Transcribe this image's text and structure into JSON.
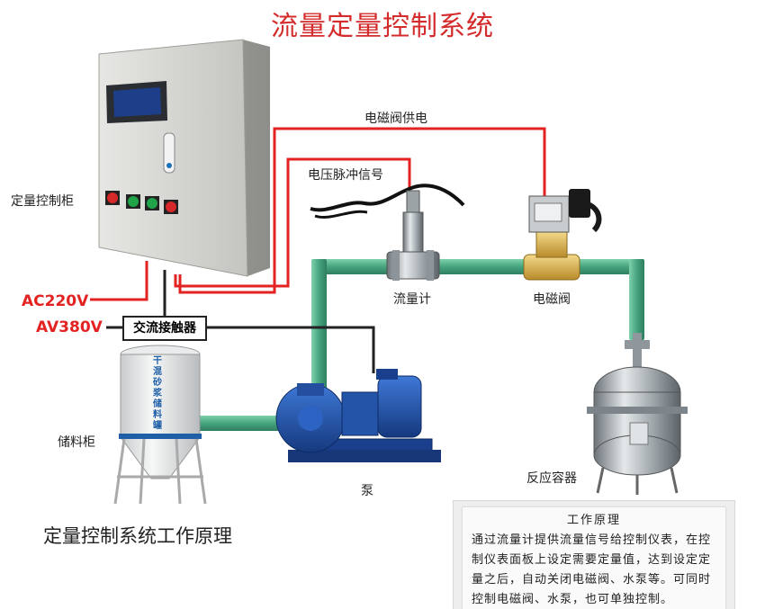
{
  "title": "流量定量控制系统",
  "labels": {
    "cabinet": "定量控制柜",
    "valve_power": "电磁阀供电",
    "pulse_signal": "电压脉冲信号",
    "flowmeter": "流量计",
    "solenoid_valve": "电磁阀",
    "ac220": "AC220V",
    "av380": "AV380V",
    "contactor": "交流接触器",
    "storage_tank": "储料柜",
    "tank_marking": "干混砂浆储料罐",
    "pump": "泵",
    "reactor": "反应容器"
  },
  "caption": "定量控制系统工作原理",
  "note": {
    "title": "工作原理",
    "body": "通过流量计提供流量信号给控制仪表，在控制仪表面板上设定需要定量值，达到设定定量之后，自动关闭电磁阀、水泵等。可同时控制电磁阀、水泵，也可单独控制。"
  },
  "colors": {
    "title": "#d42c2c",
    "signal_wire": "#e32222",
    "pipe": "#4fae88",
    "cabinet": "#d6d6d3",
    "pump": "#1f4fa8",
    "valve": "#d9b34a"
  }
}
